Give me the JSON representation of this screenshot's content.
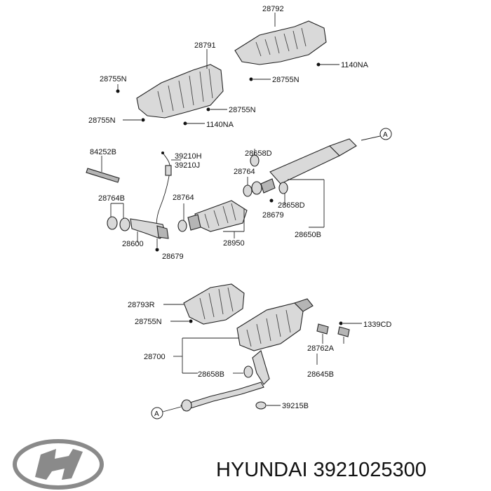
{
  "labels": {
    "p28792": "28792",
    "p28791": "28791",
    "p1140na_a": "1140NA",
    "p1140na_b": "1140NA",
    "p28755n_a": "28755N",
    "p28755n_b": "28755N",
    "p28755n_c": "28755N",
    "p28755n_d": "28755N",
    "p28755n_e": "28755N",
    "p84252b": "84252B",
    "p39210h": "39210H",
    "p39210j": "39210J",
    "p28658d_a": "28658D",
    "p28658d_b": "28658D",
    "p28764_a": "28764",
    "p28764_b": "28764",
    "p28764b": "28764B",
    "p28679_a": "28679",
    "p28679_b": "28679",
    "p28600": "28600",
    "p28950": "28950",
    "p28650b": "28650B",
    "p28793r": "28793R",
    "p28700": "28700",
    "p28658b": "28658B",
    "p1339cd": "1339CD",
    "p28762a": "28762A",
    "p28645b": "28645B",
    "p39215b": "39215B",
    "ref_a1": "A",
    "ref_a2": "A"
  },
  "caption": "HYUNDAI 3921025300",
  "logo": "hyundai-logo"
}
